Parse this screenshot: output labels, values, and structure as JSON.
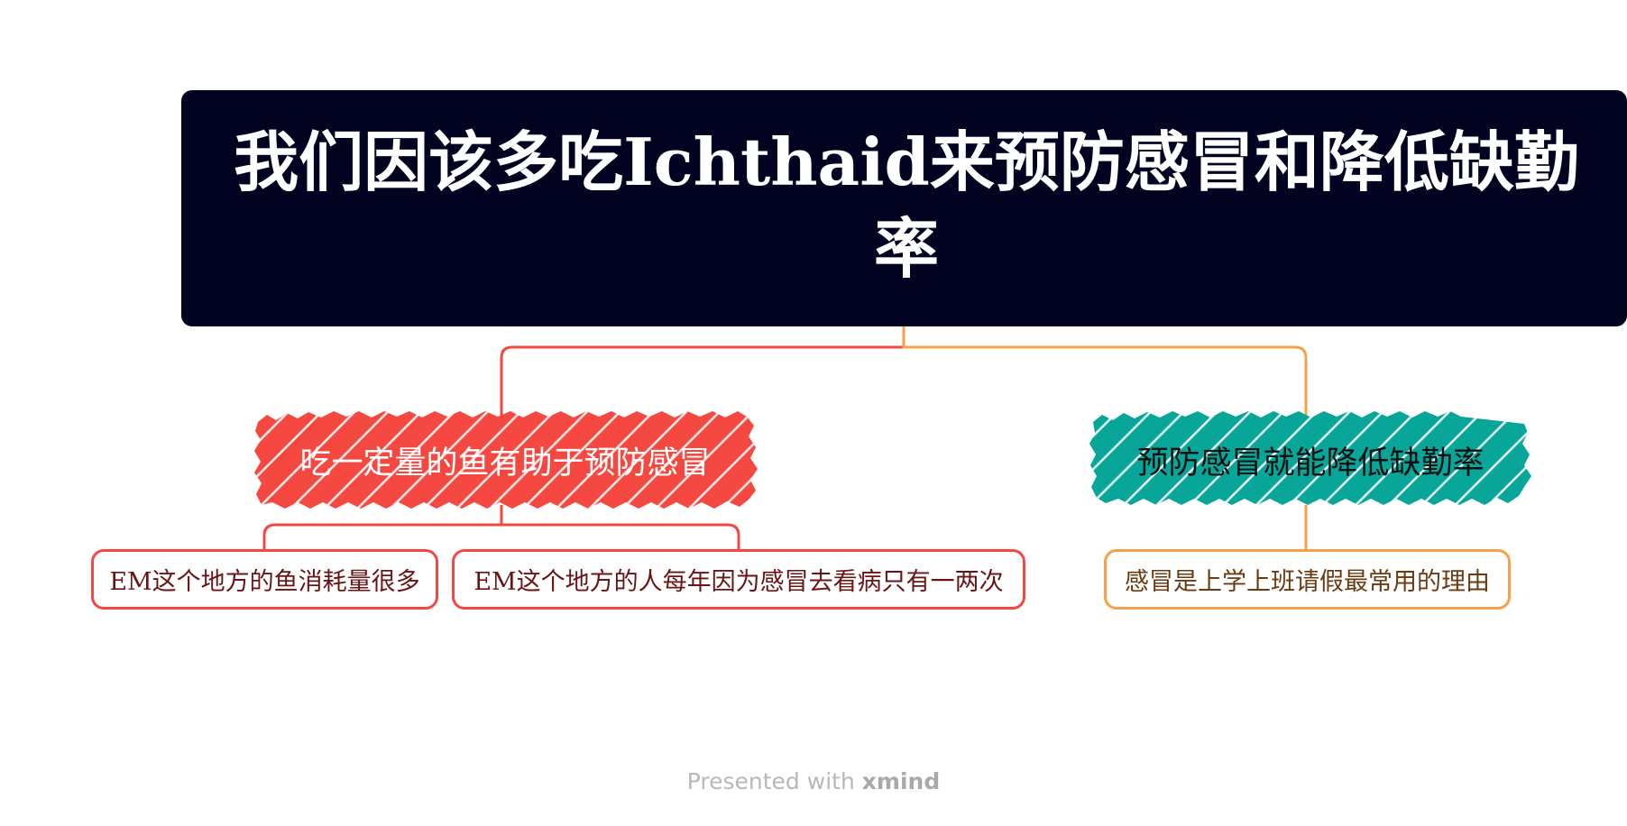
{
  "root": {
    "title": "我们因该多吃Ichthaid来预防感冒和降低缺勤率"
  },
  "branches": [
    {
      "label": "吃一定量的鱼有助于预防感冒",
      "children": [
        "EM这个地方的鱼消耗量很多",
        "EM这个地方的人每年因为感冒去看病只有一两次"
      ]
    },
    {
      "label": "预防感冒就能降低缺勤率",
      "children": [
        "感冒是上学上班请假最常用的理由"
      ]
    }
  ],
  "footer": {
    "prefix": "Presented with",
    "brand": "xmind"
  },
  "colors": {
    "root_fill": "#020321",
    "branch_left": "#f44840",
    "branch_right": "#08a599",
    "connector_right": "#f4a14a",
    "leaf_left_text": "#6b1414",
    "leaf_right_text": "#6b3a10",
    "branch_left_text": "#ffffff",
    "branch_right_text": "#111111"
  }
}
